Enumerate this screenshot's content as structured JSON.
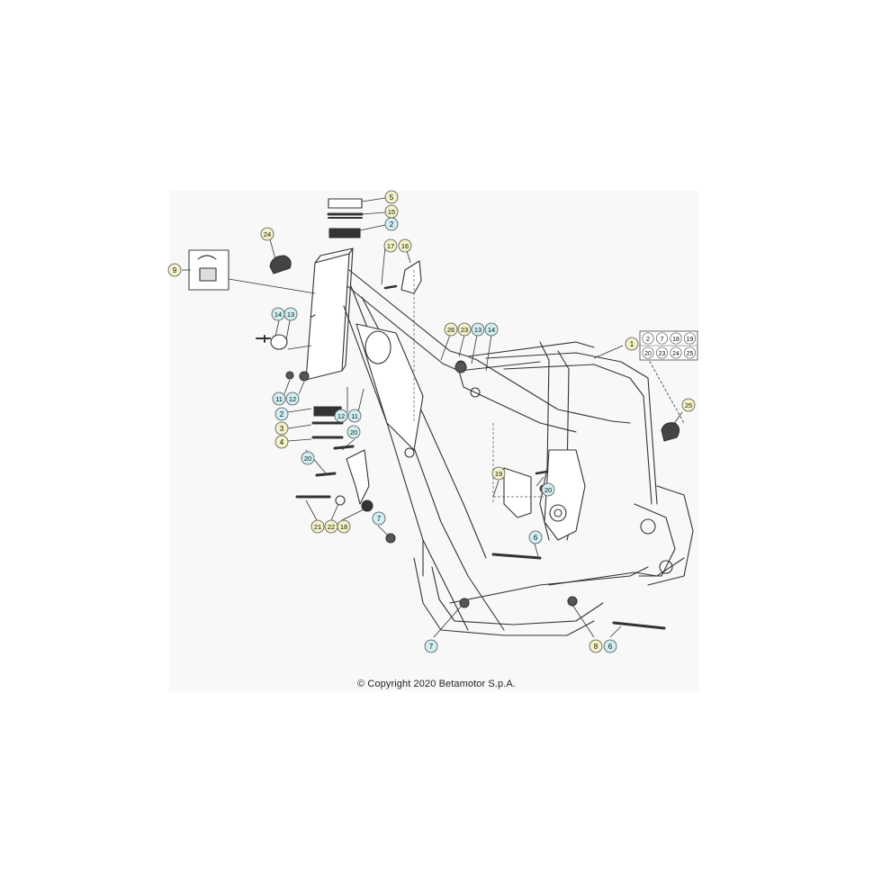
{
  "copyright": "© Copyright 2020 Betamotor S.p.A.",
  "colors": {
    "bubble_yellow": "#f3f2c6",
    "bubble_cyan": "#cfeff2",
    "bubble_stroke": "#555555",
    "line": "#333333",
    "panel": "#f8f8f8"
  },
  "callouts": [
    {
      "id": "c5a",
      "label": "5",
      "color": "yellow"
    },
    {
      "id": "c15a",
      "label": "15",
      "color": "yellow"
    },
    {
      "id": "c2a",
      "label": "2",
      "color": "cyan"
    },
    {
      "id": "c24",
      "label": "24",
      "color": "yellow"
    },
    {
      "id": "c17",
      "label": "17",
      "color": "yellow"
    },
    {
      "id": "c16",
      "label": "16",
      "color": "yellow"
    },
    {
      "id": "c9",
      "label": "9",
      "color": "yellow"
    },
    {
      "id": "c14a",
      "label": "14",
      "color": "cyan"
    },
    {
      "id": "c13a",
      "label": "13",
      "color": "cyan"
    },
    {
      "id": "c26",
      "label": "26",
      "color": "yellow"
    },
    {
      "id": "c23a",
      "label": "23",
      "color": "yellow"
    },
    {
      "id": "c13b",
      "label": "13",
      "color": "cyan"
    },
    {
      "id": "c14b",
      "label": "14",
      "color": "cyan"
    },
    {
      "id": "c1",
      "label": "1",
      "color": "yellow"
    },
    {
      "id": "c11a",
      "label": "11",
      "color": "cyan"
    },
    {
      "id": "c12a",
      "label": "12",
      "color": "cyan"
    },
    {
      "id": "c2b",
      "label": "2",
      "color": "cyan"
    },
    {
      "id": "c12b",
      "label": "12",
      "color": "cyan"
    },
    {
      "id": "c11b",
      "label": "11",
      "color": "cyan"
    },
    {
      "id": "c3",
      "label": "3",
      "color": "yellow"
    },
    {
      "id": "c4",
      "label": "4",
      "color": "yellow"
    },
    {
      "id": "c20a",
      "label": "20",
      "color": "cyan"
    },
    {
      "id": "c20b",
      "label": "20",
      "color": "cyan"
    },
    {
      "id": "c25",
      "label": "25",
      "color": "yellow"
    },
    {
      "id": "c19",
      "label": "19",
      "color": "yellow"
    },
    {
      "id": "c20c",
      "label": "20",
      "color": "cyan"
    },
    {
      "id": "c21",
      "label": "21",
      "color": "yellow"
    },
    {
      "id": "c22",
      "label": "22",
      "color": "yellow"
    },
    {
      "id": "c18",
      "label": "18",
      "color": "yellow"
    },
    {
      "id": "c7a",
      "label": "7",
      "color": "cyan"
    },
    {
      "id": "c6a",
      "label": "6",
      "color": "cyan"
    },
    {
      "id": "c7b",
      "label": "7",
      "color": "cyan"
    },
    {
      "id": "c8",
      "label": "8",
      "color": "yellow"
    },
    {
      "id": "c6b",
      "label": "6",
      "color": "cyan"
    }
  ],
  "kit_box": {
    "row1": [
      "2",
      "7",
      "18",
      "19"
    ],
    "row2": [
      "20",
      "23",
      "24",
      "25"
    ]
  }
}
